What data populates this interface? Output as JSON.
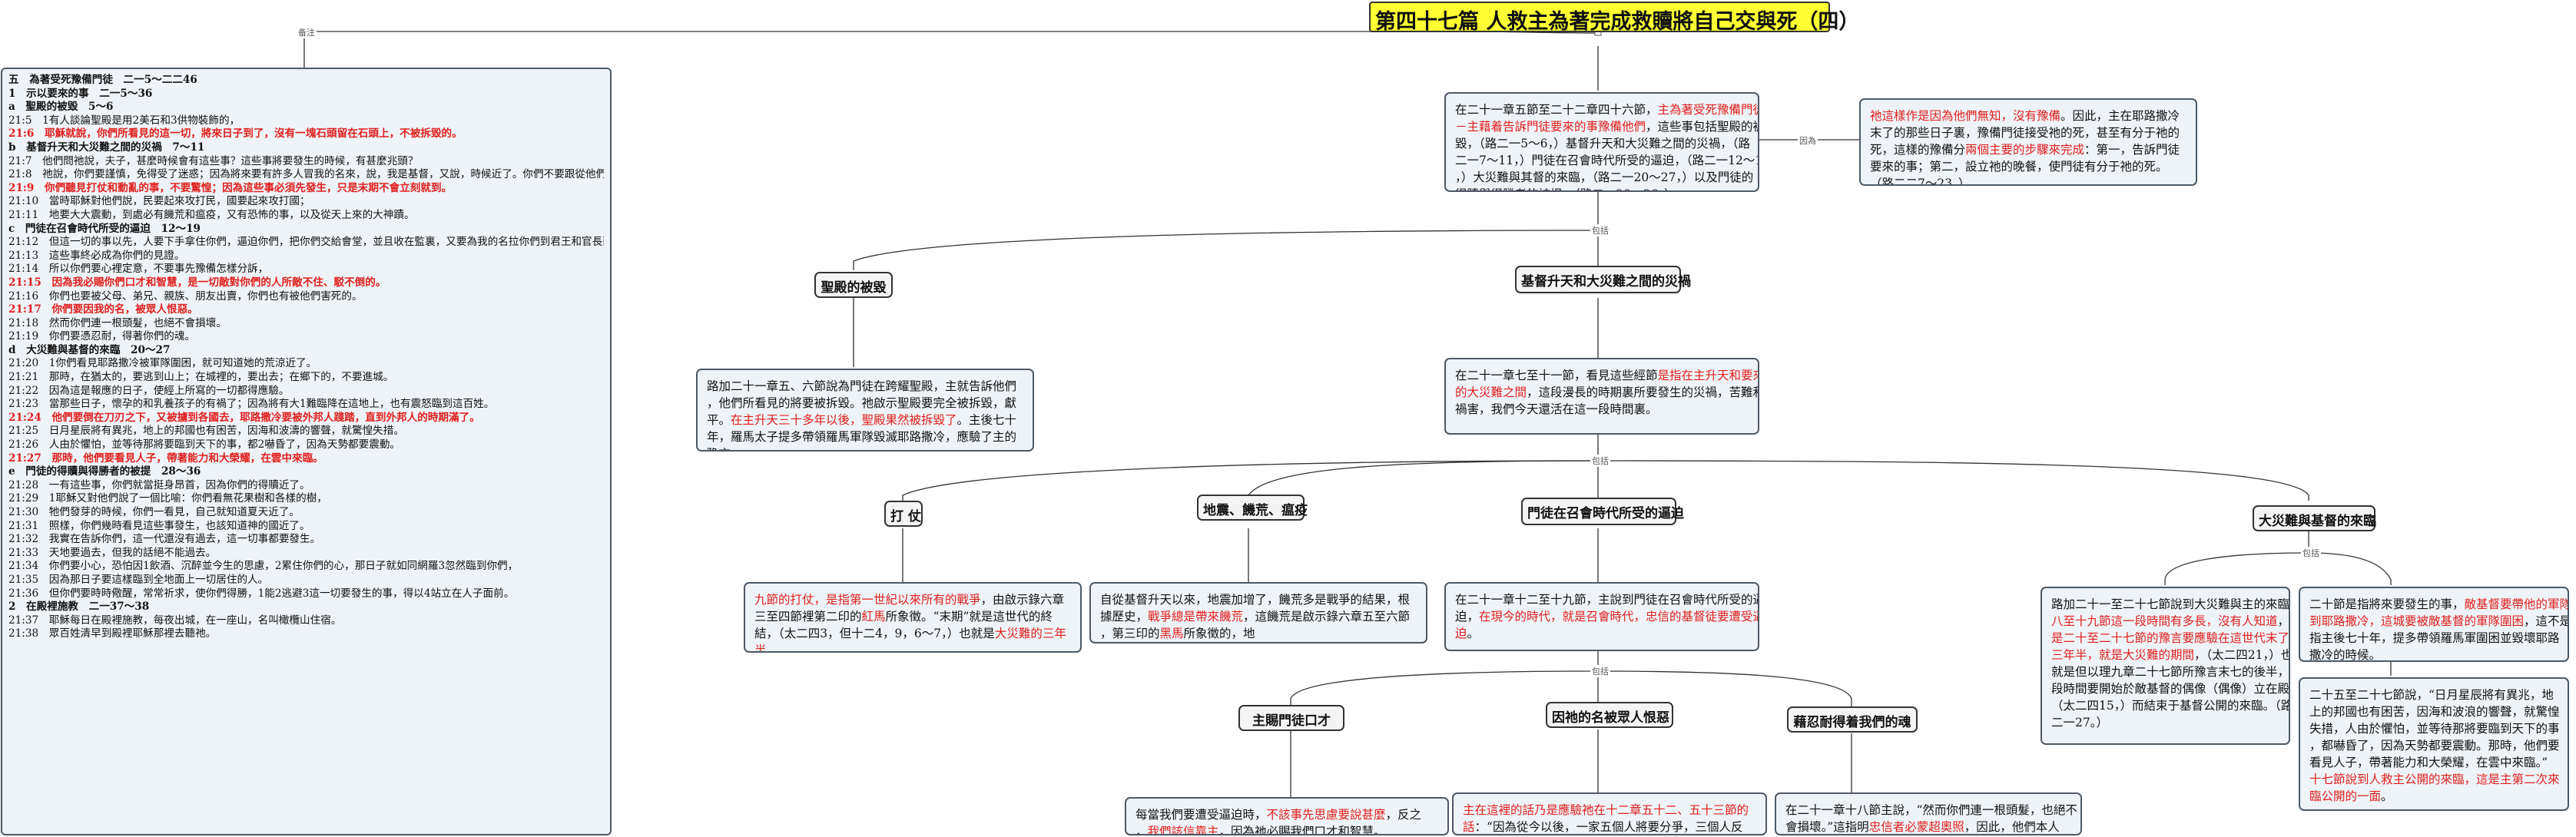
{
  "title": "第四十七篇 人救主為著完成救贖將自己交與死（四）",
  "labels": {
    "memo": "备注",
    "because": "因為",
    "includes": "包括"
  },
  "root_summary": {
    "lines": [
      [
        {
          "t": "在二十一章五節至二十二章四十六節，"
        },
        {
          "t": "主為著受死豫備門徒",
          "r": true
        }
      ],
      [
        {
          "t": "－主藉着告訴門徒要來的事豫備他們",
          "r": true
        },
        {
          "t": "，這些事包括聖殿的被"
        }
      ],
      [
        {
          "t": "毀，（路二一5～6，）基督升天和大災難之間的災禍，（路"
        }
      ],
      [
        {
          "t": "二一7～11，）門徒在召會時代所受的逼迫，（路二一12～19"
        }
      ],
      [
        {
          "t": "，）大災難與其督的來臨，（路二一20～27，）以及門徒的"
        }
      ],
      [
        {
          "t": "得贖與得勝者的被提。（路二一28～36。）"
        }
      ]
    ]
  },
  "because_box": {
    "lines": [
      [
        {
          "t": "祂這樣作是因為他們無知，沒有豫備",
          "r": true
        },
        {
          "t": "。因此，主在耶路撒冷"
        }
      ],
      [
        {
          "t": "末了的那些日子裏，豫備門徒接受祂的死，甚至有分于祂的"
        }
      ],
      [
        {
          "t": "死，這樣的豫備分"
        },
        {
          "t": "兩個主要的步驟來完成",
          "r": true
        },
        {
          "t": "：第一，告訴門徒"
        }
      ],
      [
        {
          "t": "要來的事；第二，設立祂的晚餐，使門徒有分于祂的死。"
        }
      ],
      [
        {
          "t": "（路二二7～23。）"
        }
      ]
    ]
  },
  "topics": {
    "temple": "聖殿的被毀",
    "between": "基督升天和大災難之間的災禍",
    "war": "打 仗",
    "quake": "地震、饑荒、瘟疫",
    "persecution": "門徒在召會時代所受的逼迫",
    "coming": "大災難與基督的來臨",
    "betray": "主賜門徒口才",
    "hated": "因祂的名被眾人恨惡",
    "endure": "藉忍耐得着我們的魂"
  },
  "temple_box": {
    "lines": [
      [
        {
          "t": "路加二十一章五、六節說為門徒在跨耀聖殿，主就告訴他們"
        }
      ],
      [
        {
          "t": "，他們所看見的將要被拆毀。祂啟示聖殿要完全被拆毀，獻"
        }
      ],
      [
        {
          "t": "平。"
        },
        {
          "t": "在主升天三十多年以後，聖殿果然被拆毀了",
          "r": true
        },
        {
          "t": "。主後七十"
        }
      ],
      [
        {
          "t": "年，羅馬太子提多帶領羅馬軍隊毀滅耶路撒冷，應驗了主的"
        }
      ],
      [
        {
          "t": "豫言。"
        }
      ]
    ]
  },
  "between_box": {
    "lines": [
      [
        {
          "t": "在二十一章七至十一節，看見這些經節"
        },
        {
          "t": "是指在主升天和要來",
          "r": true
        }
      ],
      [
        {
          "t": "的大災難之間",
          "r": true
        },
        {
          "t": "，這段漫長的時期裏所要發生的災禍，苦難和"
        }
      ],
      [
        {
          "t": "禍害，我們今天還活在這一段時間裏。"
        }
      ]
    ]
  },
  "war_box": {
    "lines": [
      [
        {
          "t": "九節的打仗，是指第一世紀以來所有的戰爭",
          "r": true
        },
        {
          "t": "，由啟示錄六章"
        }
      ],
      [
        {
          "t": "三至四節裡第二印的"
        },
        {
          "t": "紅馬",
          "r": true
        },
        {
          "t": "所象徵。“末期”就是這世代的終"
        }
      ],
      [
        {
          "t": "結，（太二四3，但十二4，9，6～7，）也就是"
        },
        {
          "t": "大災難的三年",
          "r": true
        }
      ],
      [
        {
          "t": "半",
          "r": true
        },
        {
          "t": "。"
        }
      ]
    ]
  },
  "quake_box": {
    "lines": [
      [
        {
          "t": "自從基督升天以來，地震加增了，饑荒多是戰爭的結果，根"
        }
      ],
      [
        {
          "t": "據歷史，"
        },
        {
          "t": "戰爭總是帶來饑荒",
          "r": true
        },
        {
          "t": "，這饑荒是啟示錄六章五至六節"
        }
      ],
      [
        {
          "t": "，第三印的"
        },
        {
          "t": "黑馬",
          "r": true
        },
        {
          "t": "所象徵的，地"
        }
      ]
    ]
  },
  "persecution_box": {
    "lines": [
      [
        {
          "t": "在二十一章十二至十九節，主說到門徒在召會時代所受的逼"
        }
      ],
      [
        {
          "t": "迫，"
        },
        {
          "t": "在現今的時代，就是召會時代，忠信的基督徒要遭受逼",
          "r": true
        }
      ],
      [
        {
          "t": "迫",
          "r": true
        },
        {
          "t": "。"
        }
      ]
    ]
  },
  "coming_box1": {
    "lines": [
      [
        {
          "t": "路加二十一至二十七節說到大災難與主的來臨。"
        }
      ],
      [
        {
          "t": "八至十九節這一段時間有多長，沒有人知道",
          "r": true
        },
        {
          "t": "，但"
        }
      ],
      [
        {
          "t": "是二十至二十七節的豫言要應驗在這世代末了的",
          "r": true
        }
      ],
      [
        {
          "t": "三年半，就是大災難的期間",
          "r": true
        },
        {
          "t": "，（太二四21，）也"
        }
      ],
      [
        {
          "t": "就是但以理九章二十七節所豫言末七的後半，這"
        }
      ],
      [
        {
          "t": "段時間要開始於敵基督的偶像（偶像）立在殿內"
        }
      ],
      [
        {
          "t": "（太二四15，）而結束于基督公開的來臨。（路"
        }
      ],
      [
        {
          "t": "二一27。）"
        }
      ]
    ]
  },
  "coming_box2": {
    "lines": [
      [
        {
          "t": "二十節是指將來要發生的事，"
        },
        {
          "t": "敵基督要帶他的軍隊",
          "r": true
        }
      ],
      [
        {
          "t": "到耶路撒冷，這城要被敵基督的軍隊圍困",
          "r": true
        },
        {
          "t": "，這不是"
        }
      ],
      [
        {
          "t": "指主後七十年，提多帶領羅馬軍圍困並毀壞耶路"
        }
      ],
      [
        {
          "t": "撒冷的時候。"
        }
      ]
    ]
  },
  "coming_box3": {
    "lines": [
      [
        {
          "t": "二十五至二十七節說，“日月星辰將有異兆，地"
        }
      ],
      [
        {
          "t": "上的邦國也有困苦，因海和波浪的響聲，就驚惶"
        }
      ],
      [
        {
          "t": "失措，人由於懼怕，並等待那將要臨到天下的事"
        }
      ],
      [
        {
          "t": "，都嚇昏了，因為天勢都要震動。那時，他們要"
        }
      ],
      [
        {
          "t": "看見人子，帶著能力和大榮耀，在雲中來臨。”"
        }
      ],
      [
        {
          "t": "十七節說到人救主公開的來臨，這是主第二次來",
          "r": true
        }
      ],
      [
        {
          "t": "臨公開的一面",
          "r": true
        },
        {
          "t": "。"
        }
      ]
    ]
  },
  "betray_box": {
    "lines": [
      [
        {
          "t": "每當我們要遭受逼迫時，"
        },
        {
          "t": "不該事先思慮要說甚麼",
          "r": true
        },
        {
          "t": "，反之"
        }
      ],
      [
        {
          "t": "，"
        },
        {
          "t": "我們該信靠主",
          "r": true
        },
        {
          "t": "，因為祂必賜我們口才和智慧。"
        }
      ]
    ]
  },
  "hated_box": {
    "lines": [
      [
        {
          "t": "主在這裡的話乃是應驗祂在十二章五十二、五十三節的",
          "r": true
        }
      ],
      [
        {
          "t": "話",
          "r": true
        },
        {
          "t": "：“因為從今以後，一家五個人將要分爭，三個人反"
        }
      ],
      [
        {
          "t": "兩個人，兩個人反三個人。"
        }
      ]
    ]
  },
  "endure_box": {
    "lines": [
      [
        {
          "t": "在二十一章十八節主說，“然而你們連一根頭髮，也絕不"
        }
      ],
      [
        {
          "t": "會損壞。”這指明"
        },
        {
          "t": "忠信者必蒙超奧照",
          "r": true
        },
        {
          "t": "，因此，他們本人"
        }
      ],
      [
        {
          "t": "必定不會損壞。"
        }
      ]
    ]
  },
  "outline": {
    "lines": [
      {
        "t": "五　為著受死豫備門徒　二一5～二二46",
        "k": "hd"
      },
      {
        "t": "1　示以要來的事　二一5～36",
        "k": "hd"
      },
      {
        "t": "a　聖殿的被毀　5～6",
        "k": "hd"
      },
      {
        "t": "21:5　1有人談論聖殿是用2美石和3供物裝飾的，",
        "k": ""
      },
      {
        "t": "21:6　耶穌就說，你們所看見的這一切，將來日子到了，沒有一塊石頭留在石頭上，不被拆毀的。",
        "k": "v"
      },
      {
        "t": "b　基督升天和大災難之間的災禍　7～11",
        "k": "hd"
      },
      {
        "t": "21:7　他們問祂說，夫子，甚麼時候會有這些事？這些事將要發生的時候，有甚麼兆頭？",
        "k": ""
      },
      {
        "t": "21:8　祂說，你們要謹慎，免得受了迷惑；因為將來要有許多人冒我的名來，說，我是基督，又說，時候近了。你們不要跟從他們。",
        "k": ""
      },
      {
        "t": "21:9　你們聽見打仗和動亂的事，不要驚惶；因為這些事必須先發生，只是末期不會立刻就到。",
        "k": "v"
      },
      {
        "t": "21:10　當時耶穌對他們說，民要起來攻打民，國要起來攻打國；",
        "k": ""
      },
      {
        "t": "21:11　地要大大震動，到處必有饑荒和瘟疫，又有恐怖的事，以及從天上來的大神蹟。",
        "k": ""
      },
      {
        "t": "c　門徒在召會時代所受的逼迫　12～19",
        "k": "hd"
      },
      {
        "t": "21:12　但這一切的事以先，人要下手拿住你們，逼迫你們，把你們交給會堂，並且收在監裏，又要為我的名拉你們到君王和官長面前。",
        "k": ""
      },
      {
        "t": "21:13　這些事終必成為你們的見證。",
        "k": ""
      },
      {
        "t": "21:14　所以你們要心裡定意，不要事先豫備怎樣分訴，",
        "k": ""
      },
      {
        "t": "21:15　因為我必賜你們口才和智慧，是一切敵對你們的人所敵不住、駁不倒的。",
        "k": "v"
      },
      {
        "t": "21:16　你們也要被父母、弟兄、親族、朋友出賣，你們也有被他們害死的。",
        "k": ""
      },
      {
        "t": "21:17　你們要因我的名，被眾人恨惡。",
        "k": "v"
      },
      {
        "t": "21:18　然而你們連一根頭髮，也絕不會損壞。",
        "k": ""
      },
      {
        "t": "21:19　你們要憑忍耐，得著你們的魂。",
        "k": ""
      },
      {
        "t": "d　大災難與基督的來臨　20～27",
        "k": "hd"
      },
      {
        "t": "21:20　1你們看見耶路撒冷被軍隊圍困，就可知道她的荒涼近了。",
        "k": ""
      },
      {
        "t": "21:21　那時，在猶太的，要逃到山上；在城裡的，要出去；在鄉下的，不要進城。",
        "k": ""
      },
      {
        "t": "21:22　因為這是報應的日子，使經上所寫的一切都得應驗。",
        "k": ""
      },
      {
        "t": "21:23　當那些日子，懷孕的和乳養孩子的有禍了；因為將有大1難臨降在這地上，也有震怒臨到這百姓。",
        "k": ""
      },
      {
        "t": "21:24　他們要倒在刀刃之下，又被擄到各國去，耶路撒冷要被外邦人踐踏，直到外邦人的時期滿了。",
        "k": "v"
      },
      {
        "t": "21:25　日月星辰將有異兆，地上的邦國也有困苦，因海和波濤的響聲，就驚惶失措。",
        "k": ""
      },
      {
        "t": "21:26　人由於懼怕，並等待那將要臨到天下的事，都2嚇昏了，因為天勢都要震動。",
        "k": ""
      },
      {
        "t": "21:27　那時，他們要看見人子，帶著能力和大榮耀，在雲中來臨。",
        "k": "v"
      },
      {
        "t": "e　門徒的得贖與得勝者的被提　28～36",
        "k": "hd"
      },
      {
        "t": "21:28　一有這些事，你們就當挺身昂首，因為你們的得贖近了。",
        "k": ""
      },
      {
        "t": "21:29　1耶穌又對他們說了一個比喻：你們看無花果樹和各樣的樹，",
        "k": ""
      },
      {
        "t": "21:30　牠們發芽的時候，你們一看見，自己就知道夏天近了。",
        "k": ""
      },
      {
        "t": "21:31　照樣，你們幾時看見這些事發生，也該知道神的國近了。",
        "k": ""
      },
      {
        "t": "21:32　我實在告訴你們，這一代還沒有過去，這一切事都要發生。",
        "k": ""
      },
      {
        "t": "21:33　天地要過去，但我的話絕不能過去。",
        "k": ""
      },
      {
        "t": "21:34　你們要小心，恐怕因1飲酒、沉醉並今生的思慮，2累住你們的心，那日子就如同網羅3忽然臨到你們，",
        "k": ""
      },
      {
        "t": "21:35　因為那日子要這樣臨到全地面上一切居住的人。",
        "k": ""
      },
      {
        "t": "21:36　但你們要時時儆醒，常常祈求，使你們得勝，1能2逃避3這一切要發生的事，得以4站立在人子面前。",
        "k": ""
      },
      {
        "t": "2　在殿裡施教　二一37～38",
        "k": "hd"
      },
      {
        "t": "21:37　耶穌每日在殿裡施教，每夜出城，在一座山，名叫橄欖山住宿。",
        "k": ""
      },
      {
        "t": "21:38　眾百姓清早到殿裡耶穌那裡去聽祂。",
        "k": ""
      }
    ]
  }
}
